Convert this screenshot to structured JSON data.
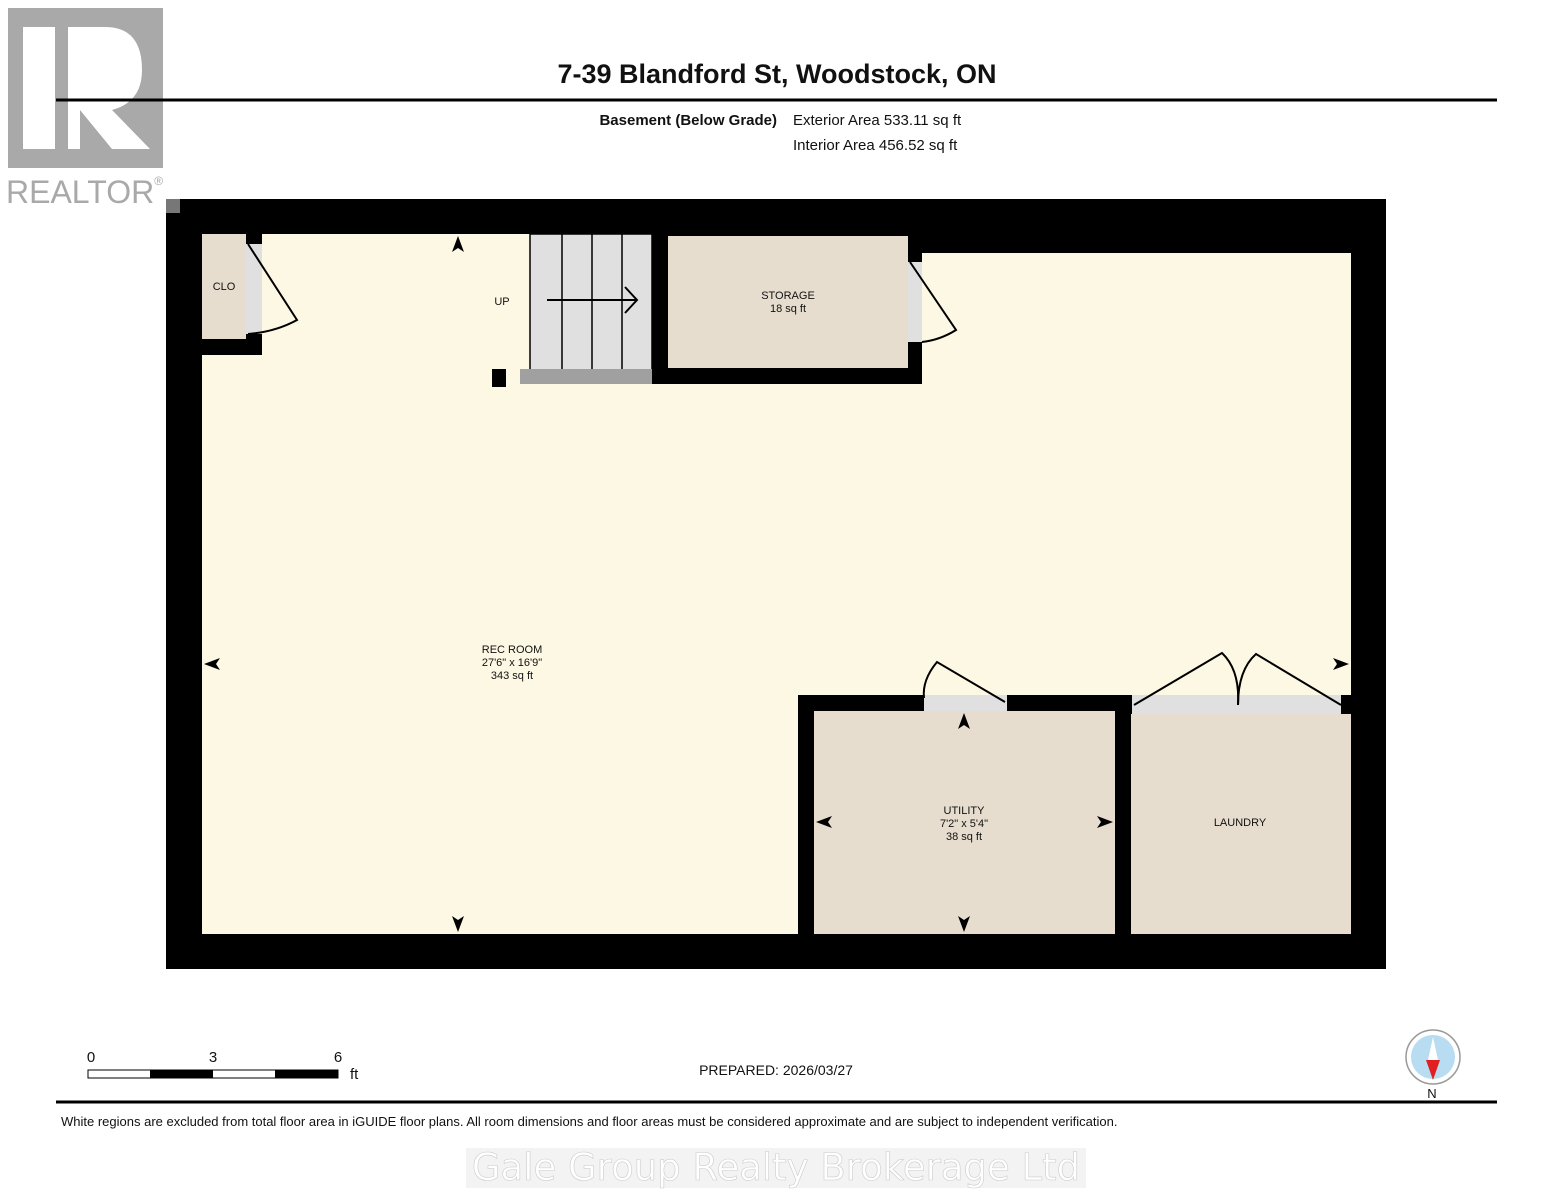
{
  "logo": {
    "text": "REALTOR",
    "mark": "R"
  },
  "header": {
    "title": "7-39 Blandford St, Woodstock, ON",
    "floor_label": "Basement (Below Grade)",
    "exterior_area": "Exterior Area 533.11 sq ft",
    "interior_area": "Interior Area 456.52 sq ft"
  },
  "rooms": {
    "clo": {
      "name": "CLO"
    },
    "stairs": {
      "label": "UP"
    },
    "storage": {
      "name": "STORAGE",
      "area": "18 sq ft"
    },
    "rec_room": {
      "name": "REC ROOM",
      "dims": "27'6\" x 16'9\"",
      "area": "343 sq ft"
    },
    "utility": {
      "name": "UTILITY",
      "dims": "7'2\" x 5'4\"",
      "area": "38 sq ft"
    },
    "laundry": {
      "name": "LAUNDRY"
    }
  },
  "colors": {
    "wall": "#000000",
    "main_floor": "#fdf8e4",
    "secondary_room": "#e6ddce",
    "stairs": "#e0e0e0",
    "compass_needle": "#e02020",
    "compass_face": "#b8dcf2"
  },
  "scale": {
    "ticks": [
      "0",
      "3",
      "6"
    ],
    "unit": "ft"
  },
  "prepared": "PREPARED: 2026/03/27",
  "compass": {
    "label": "N"
  },
  "footer": {
    "disclaimer": "White regions are excluded from total floor area in iGUIDE floor plans. All room dimensions and floor areas must be considered approximate and are subject to independent verification.",
    "watermark": "Gale Group Realty Brokerage Ltd"
  }
}
